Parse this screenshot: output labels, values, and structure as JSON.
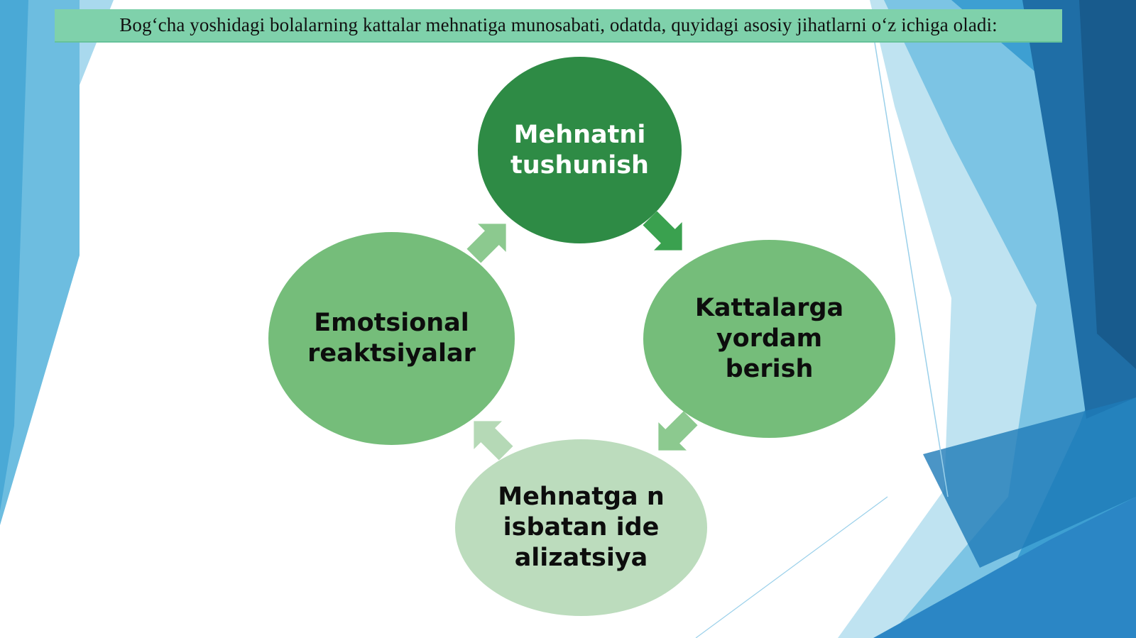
{
  "slide": {
    "title": "Bog‘cha yoshidagi bolalarning kattalar mehnatiga munosabati, odatda, quyidagi asosiy jihatlarni o‘z ichiga oladi:"
  },
  "cycle": {
    "nodes": [
      {
        "label": "Mehnatni tushunish"
      },
      {
        "label": "Kattalarga yordam berish"
      },
      {
        "label": "Mehnatga nisbatan idealizatsiya"
      },
      {
        "label": "Emotsional reaktsiyalar"
      }
    ]
  },
  "colors": {
    "title_bar": "#7fd1ab",
    "node_dark": "#2e8b45",
    "node_mid": "#75bd7a",
    "node_light": "#bcdcbd",
    "background_accent": "#2b86c5"
  }
}
